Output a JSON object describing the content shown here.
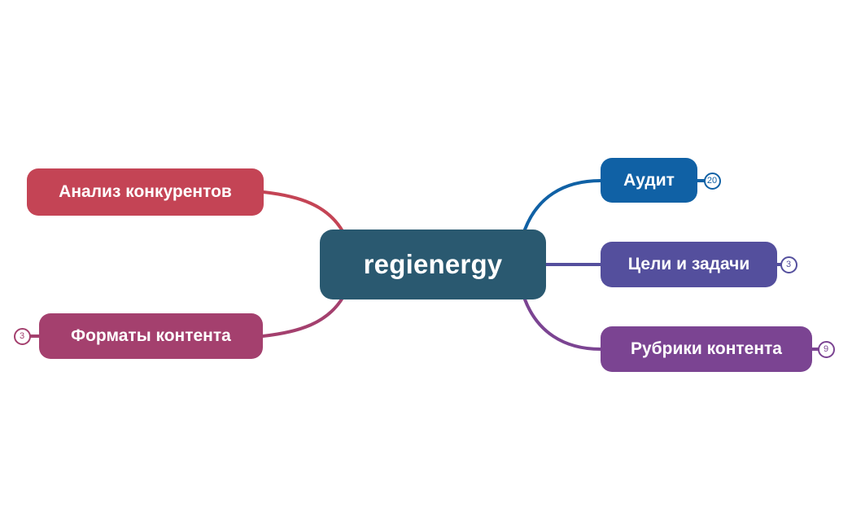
{
  "background": "#ffffff",
  "center": {
    "label": "regienergy",
    "color": "#2a5970",
    "text_color": "#ffffff"
  },
  "branches": [
    {
      "label": "Анализ конкурентов",
      "color": "#c44455",
      "badge": null,
      "side": "left"
    },
    {
      "label": "Форматы контента",
      "color": "#a4406e",
      "badge": "3",
      "side": "left"
    },
    {
      "label": "Аудит",
      "color": "#1061a5",
      "badge": "20",
      "side": "right"
    },
    {
      "label": "Цели и задачи",
      "color": "#544f9d",
      "badge": "3",
      "side": "right"
    },
    {
      "label": "Рубрики контента",
      "color": "#7b4492",
      "badge": "9",
      "side": "right"
    }
  ]
}
